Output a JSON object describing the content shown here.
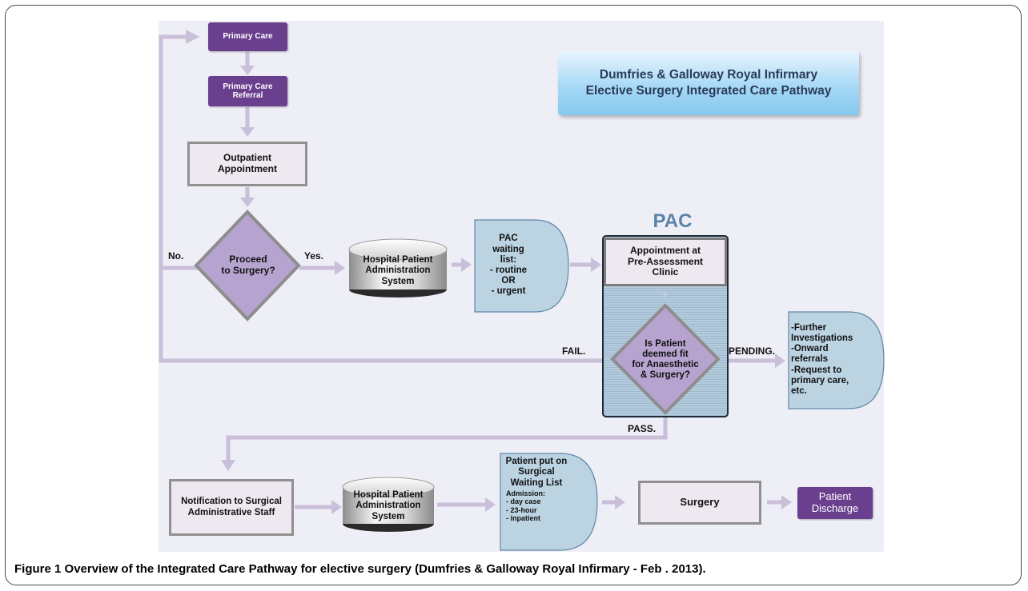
{
  "title_box": "Dumfries & Galloway Royal Infirmary\nElective Surgery Integrated Care Pathway",
  "pac_label": "PAC",
  "nodes": {
    "primary_care": "Primary Care",
    "primary_care_referral": "Primary Care\nReferral",
    "outpatient_appointment": "Outpatient\nAppointment",
    "proceed_to_surgery": "Proceed\nto Surgery?",
    "hpas_1": "Hospital Patient\nAdministration\nSystem",
    "pac_waiting_list": "PAC\nwaiting\nlist:\n- routine\nOR\n- urgent",
    "appointment_pac": "Appointment at\nPre-Assessment\nClinic",
    "is_patient_fit": "Is Patient\ndeemed fit\nfor Anaesthetic\n& Surgery?",
    "further_investigations": "-Further\nInvestigations\n-Onward\nreferrals\n-Request to\nprimary care,\netc.",
    "notification": "Notification to Surgical\nAdministrative Staff",
    "hpas_2": "Hospital Patient\nAdministration\nSystem",
    "surgical_waiting_list_title": "Patient put on\nSurgical\nWaiting List",
    "surgical_waiting_list_detail": "Admission:\n- day case\n- 23-hour\n- inpatient",
    "surgery": "Surgery",
    "patient_discharge": "Patient\nDischarge"
  },
  "edge_labels": {
    "no": "No.",
    "yes": "Yes.",
    "fail": "FAIL.",
    "pending": "PENDING.",
    "pass": "PASS."
  },
  "caption": {
    "label": "Figure 1",
    "text": " Overview of the Integrated Care Pathway for elective surgery (Dumfries & Galloway Royal Infirmary - Feb . 2013)."
  },
  "colors": {
    "purple": "#6a3f8e",
    "diamond_fill": "#b7a3cf",
    "connector": "#c9bfd9",
    "pac_border": "#1e2a3a",
    "pac_fill": "#b3cbdc",
    "halfround_fill": "#bcd3e2"
  }
}
